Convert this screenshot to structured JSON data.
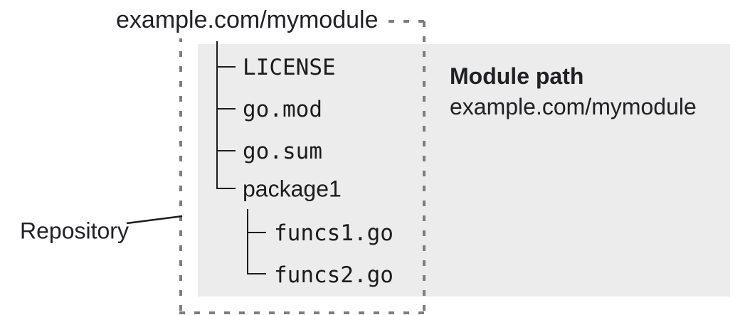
{
  "diagram": {
    "title": "example.com/mymodule",
    "repository_label": "Repository",
    "module_panel": {
      "heading": "Module path",
      "path": "example.com/mymodule"
    },
    "tree": {
      "items": [
        {
          "name": "LICENSE",
          "type": "file",
          "level": 1
        },
        {
          "name": "go.mod",
          "type": "file",
          "level": 1
        },
        {
          "name": "go.sum",
          "type": "file",
          "level": 1
        },
        {
          "name": "package1",
          "type": "directory",
          "level": 1
        },
        {
          "name": "funcs1.go",
          "type": "file",
          "level": 2
        },
        {
          "name": "funcs2.go",
          "type": "file",
          "level": 2
        }
      ]
    },
    "colors": {
      "panel_bg": "#ececec",
      "dashed_border": "#7d7d7d",
      "tree_line": "#1c1c1c",
      "text": "#202124",
      "background": "#ffffff"
    }
  }
}
